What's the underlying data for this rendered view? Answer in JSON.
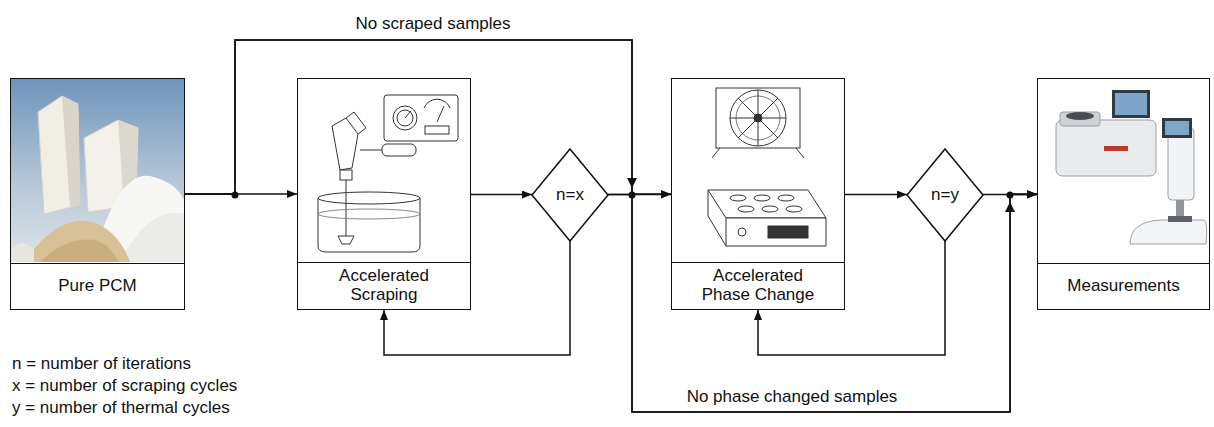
{
  "diagram": {
    "nodes": [
      {
        "text": [
          "Pure PCM"
        ]
      },
      {
        "text": [
          "Accelerated Scraping"
        ]
      },
      {
        "text": [
          "n=x"
        ]
      },
      {
        "text": [
          "Accelerated Phase Change"
        ]
      },
      {
        "text": [
          "n=y"
        ]
      },
      {
        "text": [
          "Measurements"
        ]
      }
    ],
    "edges": [
      {
        "from": 0,
        "to": 1,
        "arrow": "to"
      },
      {
        "from": 0,
        "to": 3,
        "label": "No scraped samples",
        "arrow": "to"
      },
      {
        "from": 0,
        "to": 5,
        "arrow": "to"
      },
      {
        "from": 1,
        "to": 2,
        "arrow": "to"
      },
      {
        "from": 2,
        "to": 1,
        "arrow": "to"
      },
      {
        "from": 2,
        "to": 3,
        "arrow": "to"
      },
      {
        "from": 2,
        "to": 5,
        "label": "No phase changed samples",
        "arrow": "to"
      },
      {
        "from": 3,
        "to": 4,
        "arrow": "to"
      },
      {
        "from": 4,
        "to": 3,
        "arrow": "to"
      },
      {
        "from": 4,
        "to": 5,
        "arrow": "to"
      }
    ],
    "labels": [
      "n = number of iterations",
      "x = number of scraping cycles",
      "y = number of thermal cycles"
    ]
  }
}
